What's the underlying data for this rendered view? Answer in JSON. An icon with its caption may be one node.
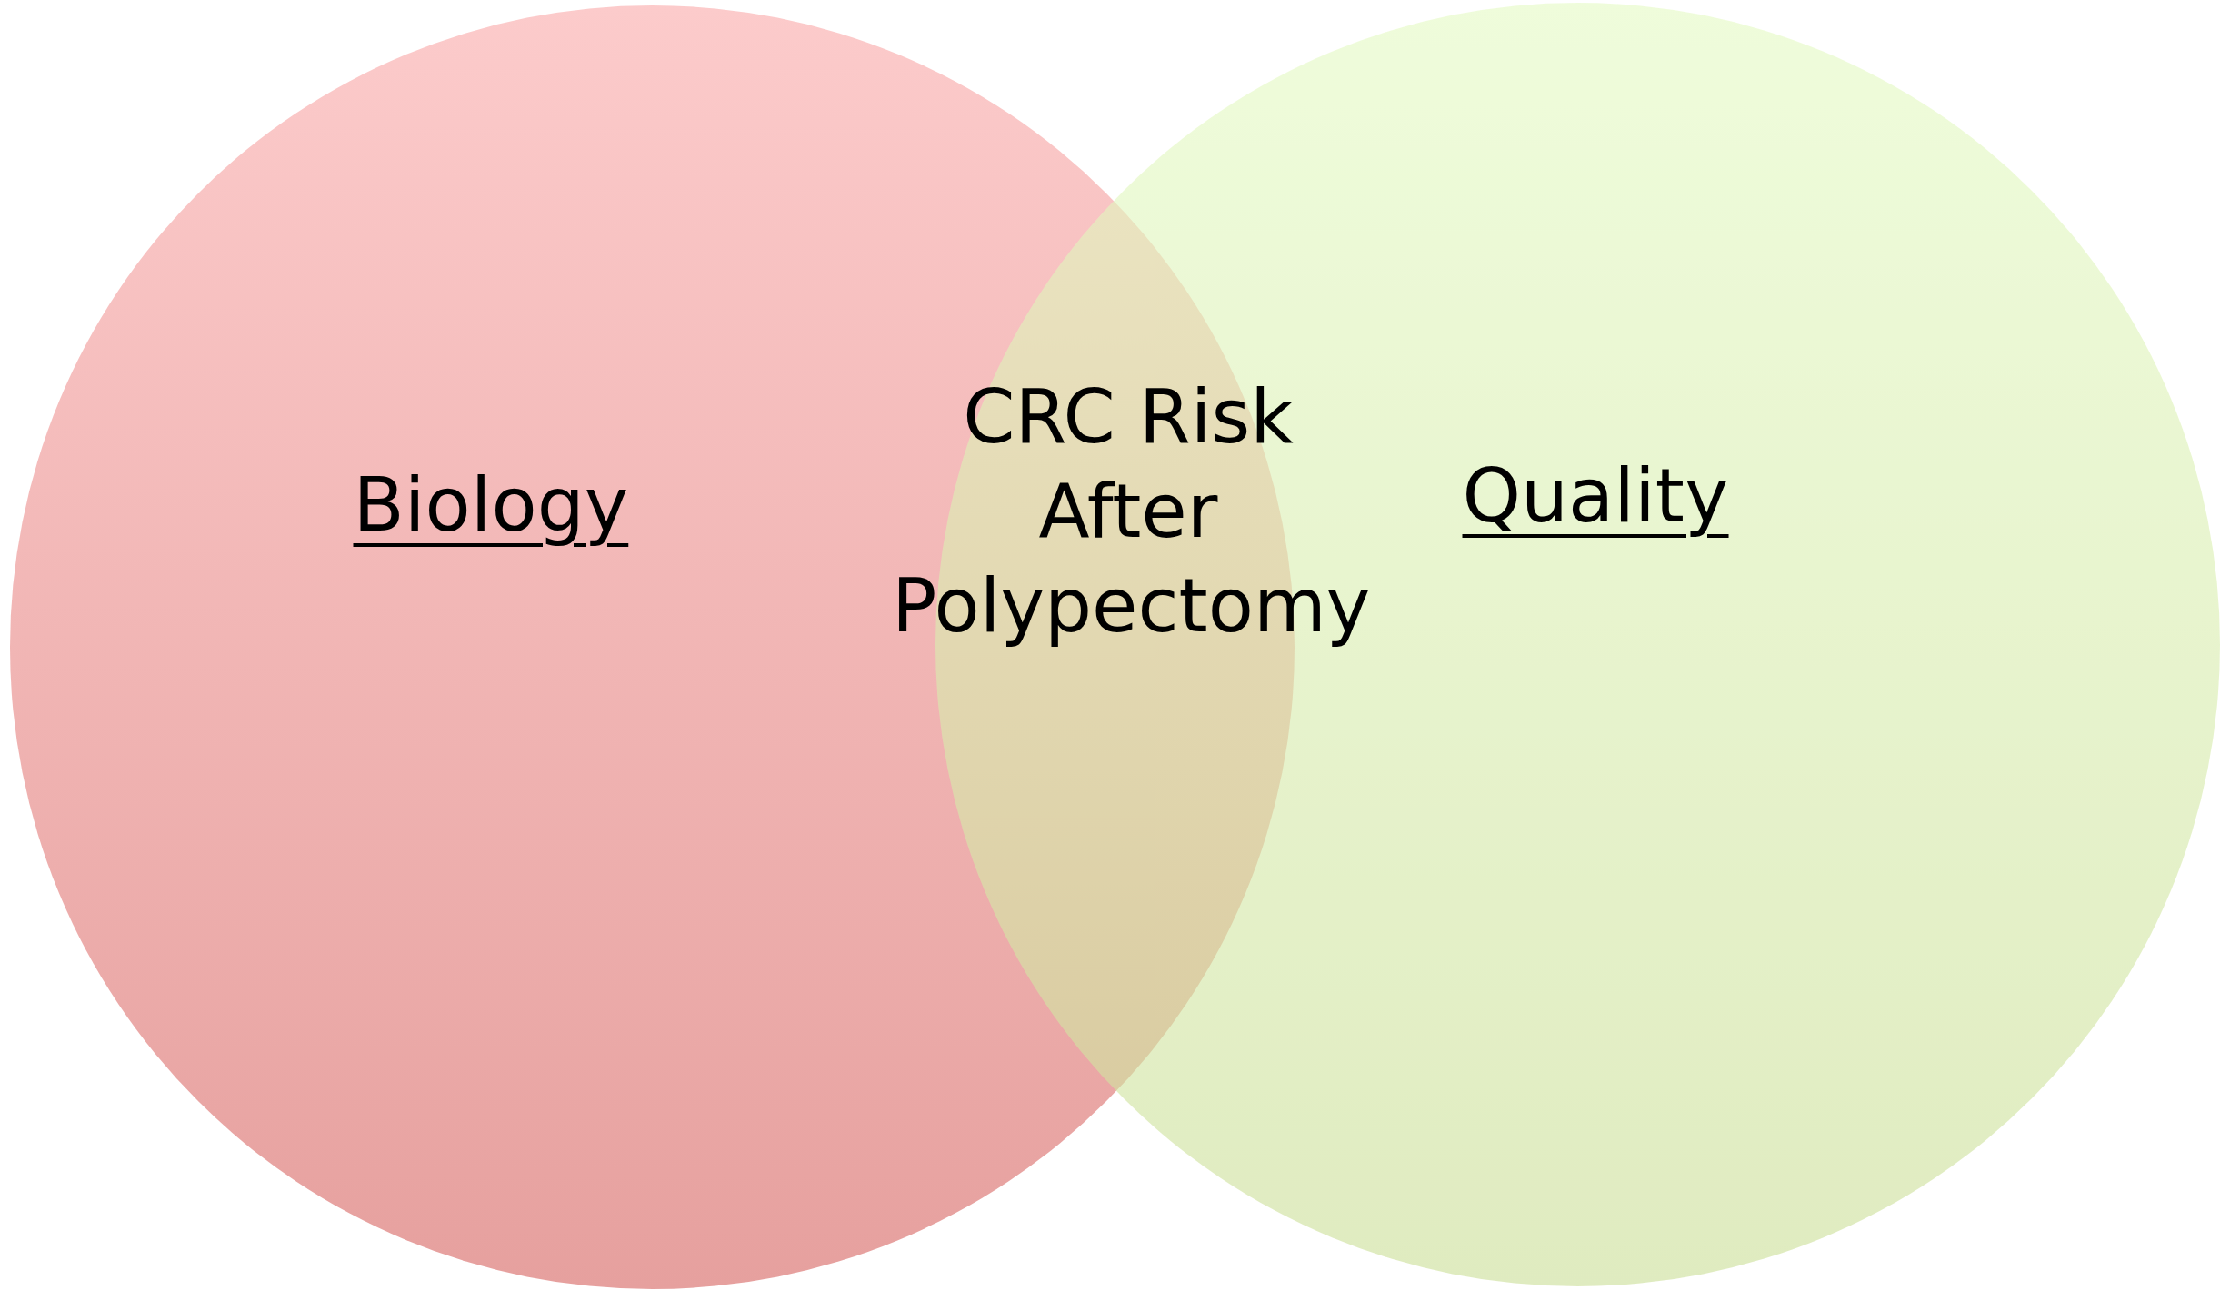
{
  "diagram": {
    "nodes": [
      {
        "text": [
          "Biology"
        ]
      },
      {
        "text": [
          "Quality"
        ]
      }
    ],
    "labels": [
      "CRC Risk After Polypectomy"
    ]
  }
}
